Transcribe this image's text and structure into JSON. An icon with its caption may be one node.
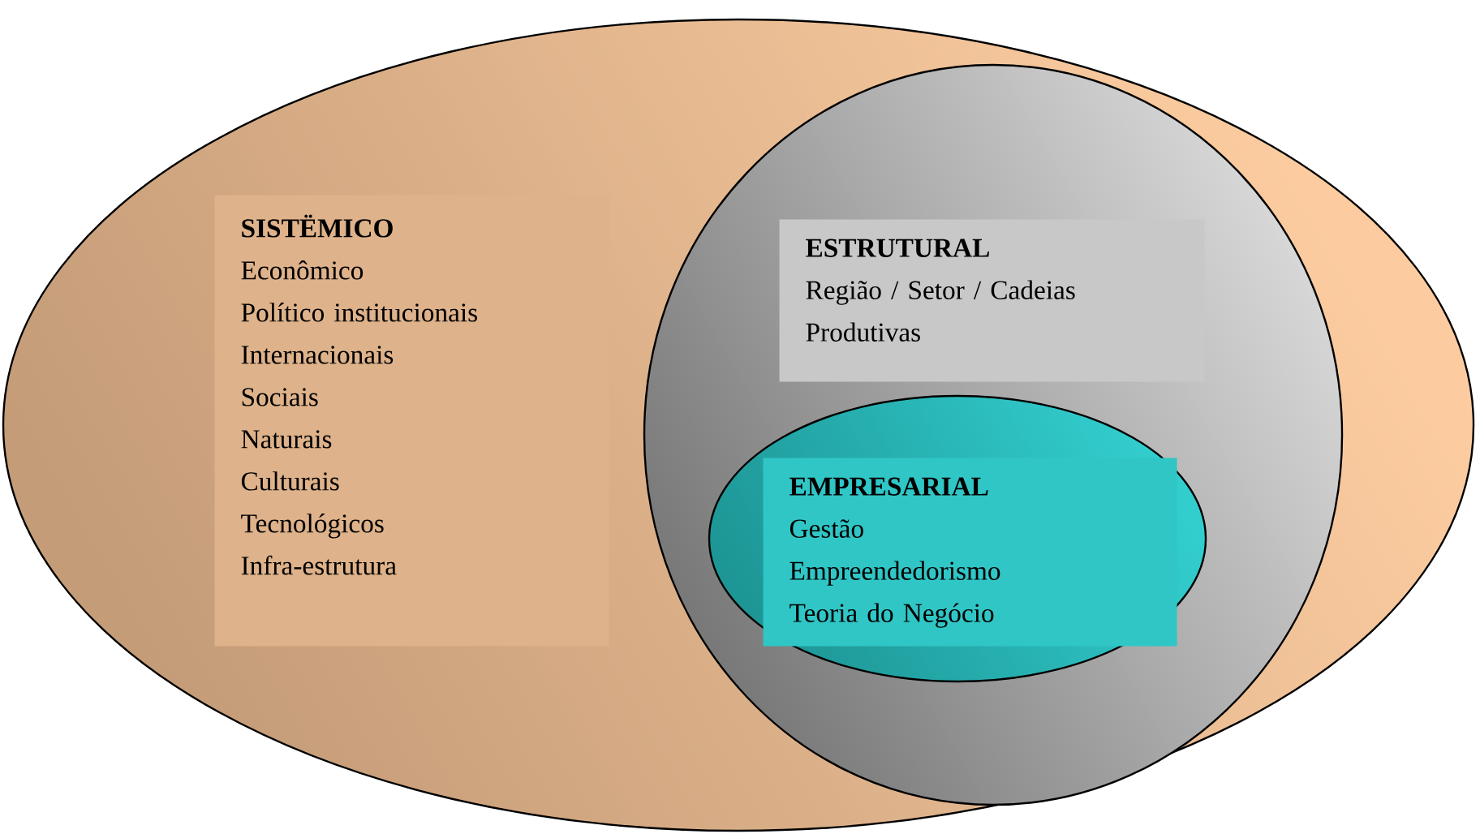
{
  "diagram": {
    "nodes": [
      {
        "text": [
          "SISTËMICO",
          "Econômico",
          "Político institucionais",
          "Internacionais",
          "Sociais",
          "Naturais",
          "Culturais",
          "Tecnológicos",
          "Infra-estrutura"
        ]
      },
      {
        "text": [
          "ESTRUTURAL",
          "Região / Setor / Cadeias Produtivas"
        ],
        "in": 0
      },
      {
        "text": [
          "EMPRESARIAL",
          "Gestão",
          "Empreendedorismo",
          "Teoria do Negócio"
        ],
        "in": 1
      }
    ]
  }
}
